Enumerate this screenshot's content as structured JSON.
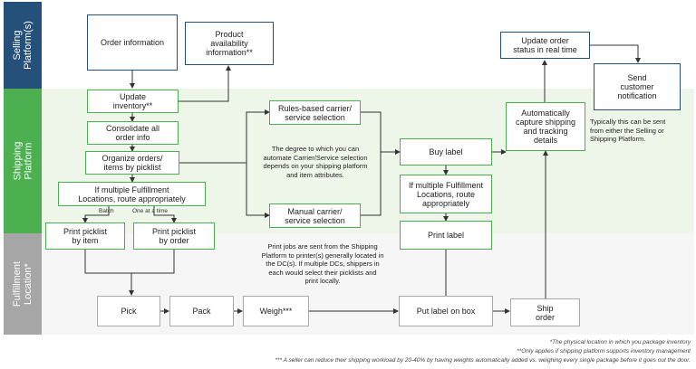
{
  "colors": {
    "selling_lane": "#25507a",
    "shipping_lane": "#4caf50",
    "fulfillment_lane": "#a6a6a6",
    "shipping_band": "#eef6ea",
    "fulfillment_band": "#f6f6f6",
    "arrow": "#333333"
  },
  "lanes": {
    "selling": "Selling\nPlatform(s)",
    "shipping": "Shipping\nPlatform",
    "fulfillment": "Fulfillment\nLocation*"
  },
  "boxes": {
    "order_info": "Order information",
    "product_availability": "Product\navailability\ninformation**",
    "update_order_status": "Update order\nstatus in real time",
    "send_notification": "Send\ncustomer\nnotification",
    "update_inventory": "Update\ninventory**",
    "consolidate": "Consolidate all\norder info",
    "organize": "Organize orders/\nitems by picklist",
    "multi_fulfillment_left": "If multiple Fulfillment\nLocations, route appropriately",
    "print_by_item": "Print picklist\nby item",
    "print_by_order": "Print picklist\nby order",
    "rules_based": "Rules-based carrier/\nservice selection",
    "manual_carrier": "Manual carrier/\nservice selection",
    "buy_label": "Buy label",
    "multi_fulfillment_right": "If multiple Fulfillment\nLocations, route\nappropriately",
    "print_label": "Print label",
    "auto_capture": "Automatically\ncapture shipping\nand tracking\ndetails",
    "pick": "Pick",
    "pack": "Pack",
    "weigh": "Weigh***",
    "put_label": "Put label on box",
    "ship_order": "Ship\norder"
  },
  "notes": {
    "automate": "The degree to which you can\nautomate Carrier/Service selection\ndepends on your shipping platform\nand item attributes.",
    "print_jobs": "Print jobs are sent from the Shipping\nPlatform to printer(s) generally located in\nthe DC(s). If multiple DCs, shippers in\neach would select their picklists and\nprint locally.",
    "typically": "Typically this can be sent\nfrom either the Selling or\nShipping Platform.",
    "batch": "Batch",
    "one_at_a_time": "One at a time"
  },
  "footnotes": [
    "*The physical location in which you package inventory",
    "**Only applies if shipping platform supports inventory management",
    "*** A seller can reduce their shipping workload by 20-40% by having weights automatically added vs. weighing every single package before it goes out the door."
  ]
}
